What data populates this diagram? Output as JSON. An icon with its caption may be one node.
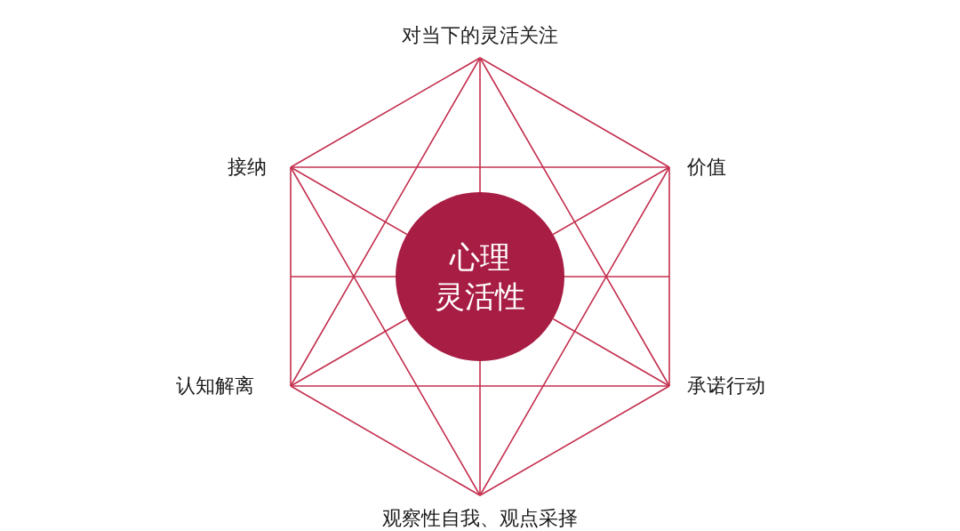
{
  "diagram": {
    "nodes": [
      {
        "text": [
          "对当下的灵活关注"
        ]
      },
      {
        "text": [
          "接纳"
        ]
      },
      {
        "text": [
          "价值"
        ]
      },
      {
        "text": [
          "心理灵活性"
        ]
      },
      {
        "text": [
          "认知解离"
        ]
      },
      {
        "text": [
          "承诺行动"
        ]
      },
      {
        "text": [
          "观察性自我、观点采择"
        ]
      }
    ],
    "edges": [
      {
        "from": 0,
        "to": 2,
        "arrow": "none"
      },
      {
        "from": 2,
        "to": 5,
        "arrow": "none"
      },
      {
        "from": 5,
        "to": 6,
        "arrow": "none"
      },
      {
        "from": 6,
        "to": 4,
        "arrow": "none"
      },
      {
        "from": 4,
        "to": 1,
        "arrow": "none"
      },
      {
        "from": 1,
        "to": 0,
        "arrow": "none"
      },
      {
        "from": 0,
        "to": 4,
        "arrow": "none"
      },
      {
        "from": 0,
        "to": 5,
        "arrow": "none"
      },
      {
        "from": 4,
        "to": 5,
        "arrow": "none"
      },
      {
        "from": 1,
        "to": 2,
        "arrow": "none"
      },
      {
        "from": 1,
        "to": 6,
        "arrow": "none"
      },
      {
        "from": 2,
        "to": 6,
        "arrow": "none"
      },
      {
        "from": 0,
        "to": 3,
        "arrow": "none"
      },
      {
        "from": 1,
        "to": 3,
        "arrow": "none"
      },
      {
        "from": 2,
        "to": 3,
        "arrow": "none"
      },
      {
        "from": 4,
        "to": 3,
        "arrow": "none"
      },
      {
        "from": 5,
        "to": 3,
        "arrow": "none"
      },
      {
        "from": 6,
        "to": 3,
        "arrow": "none"
      }
    ]
  }
}
